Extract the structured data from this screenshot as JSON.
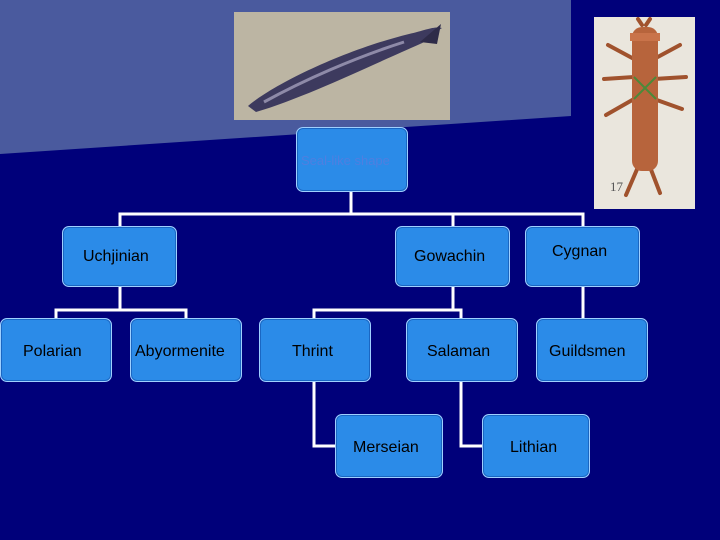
{
  "diagram": {
    "root": {
      "label": "Seal-like shape"
    },
    "nodes": [
      {
        "id": "uchjinian",
        "label": "Uchjinian"
      },
      {
        "id": "gowachin",
        "label": "Gowachin"
      },
      {
        "id": "cygnan",
        "label": "Cygnan"
      },
      {
        "id": "polarian",
        "label": "Polarian"
      },
      {
        "id": "abyormenite",
        "label": "Abyormenite"
      },
      {
        "id": "thrint",
        "label": "Thrint"
      },
      {
        "id": "salaman",
        "label": "Salaman"
      },
      {
        "id": "guildsmen",
        "label": "Guildsmen"
      },
      {
        "id": "merseian",
        "label": "Merseian"
      },
      {
        "id": "lithian",
        "label": "Lithian"
      }
    ]
  },
  "images": {
    "figure_caption": "17"
  },
  "colors": {
    "background": "#00007a",
    "band": "#4a5a9e",
    "node_fill": "#2b8be8",
    "connector": "#ffffff"
  }
}
